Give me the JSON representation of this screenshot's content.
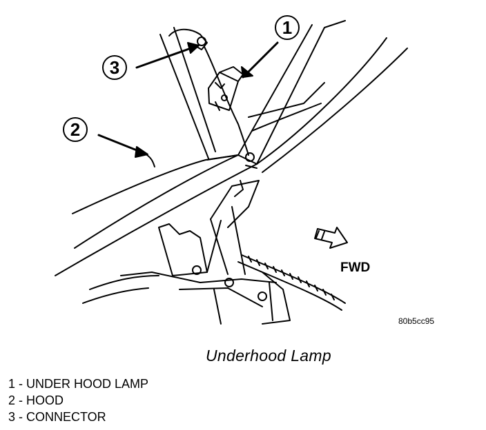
{
  "figure": {
    "callouts": [
      {
        "num": "1",
        "target": "under-hood-lamp"
      },
      {
        "num": "2",
        "target": "hood"
      },
      {
        "num": "3",
        "target": "connector"
      }
    ],
    "direction_label": "FWD",
    "figure_code": "80b5cc95"
  },
  "caption": "Underhood Lamp",
  "legend": [
    "1 - UNDER HOOD LAMP",
    "2 - HOOD",
    "3 - CONNECTOR"
  ]
}
